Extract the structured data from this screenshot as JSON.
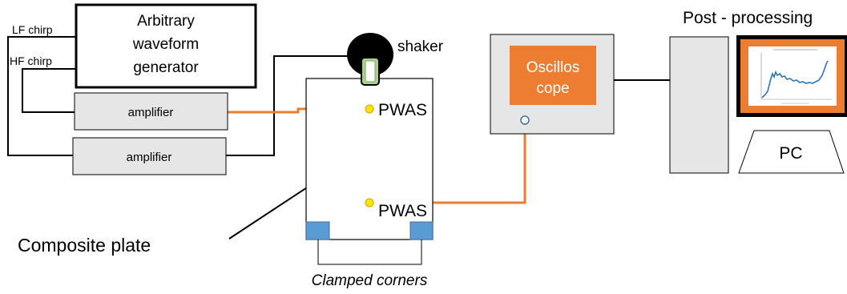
{
  "labels": {
    "awg": [
      "Arbitrary",
      "waveform",
      "generator"
    ],
    "lf_chirp": "LF chirp",
    "hf_chirp": "HF chirp",
    "amplifier_top": "amplifier",
    "amplifier_bottom": "amplifier",
    "shaker": "shaker",
    "pwas_top": "PWAS",
    "pwas_bottom": "PWAS",
    "composite_plate": "Composite plate",
    "clamped_corners": "Clamped corners",
    "oscilloscope": [
      "Oscillos",
      "cope"
    ],
    "post_processing": "Post - processing",
    "pc": "PC"
  },
  "colors": {
    "orange": "#ED7D31",
    "gray_fill": "#E7E6E6",
    "blue_clamp": "#5B9BD5",
    "yellow_pwas": "#FFE600",
    "shaker_tip": "#A9D18E",
    "screen_plot": "#2E75B6"
  }
}
